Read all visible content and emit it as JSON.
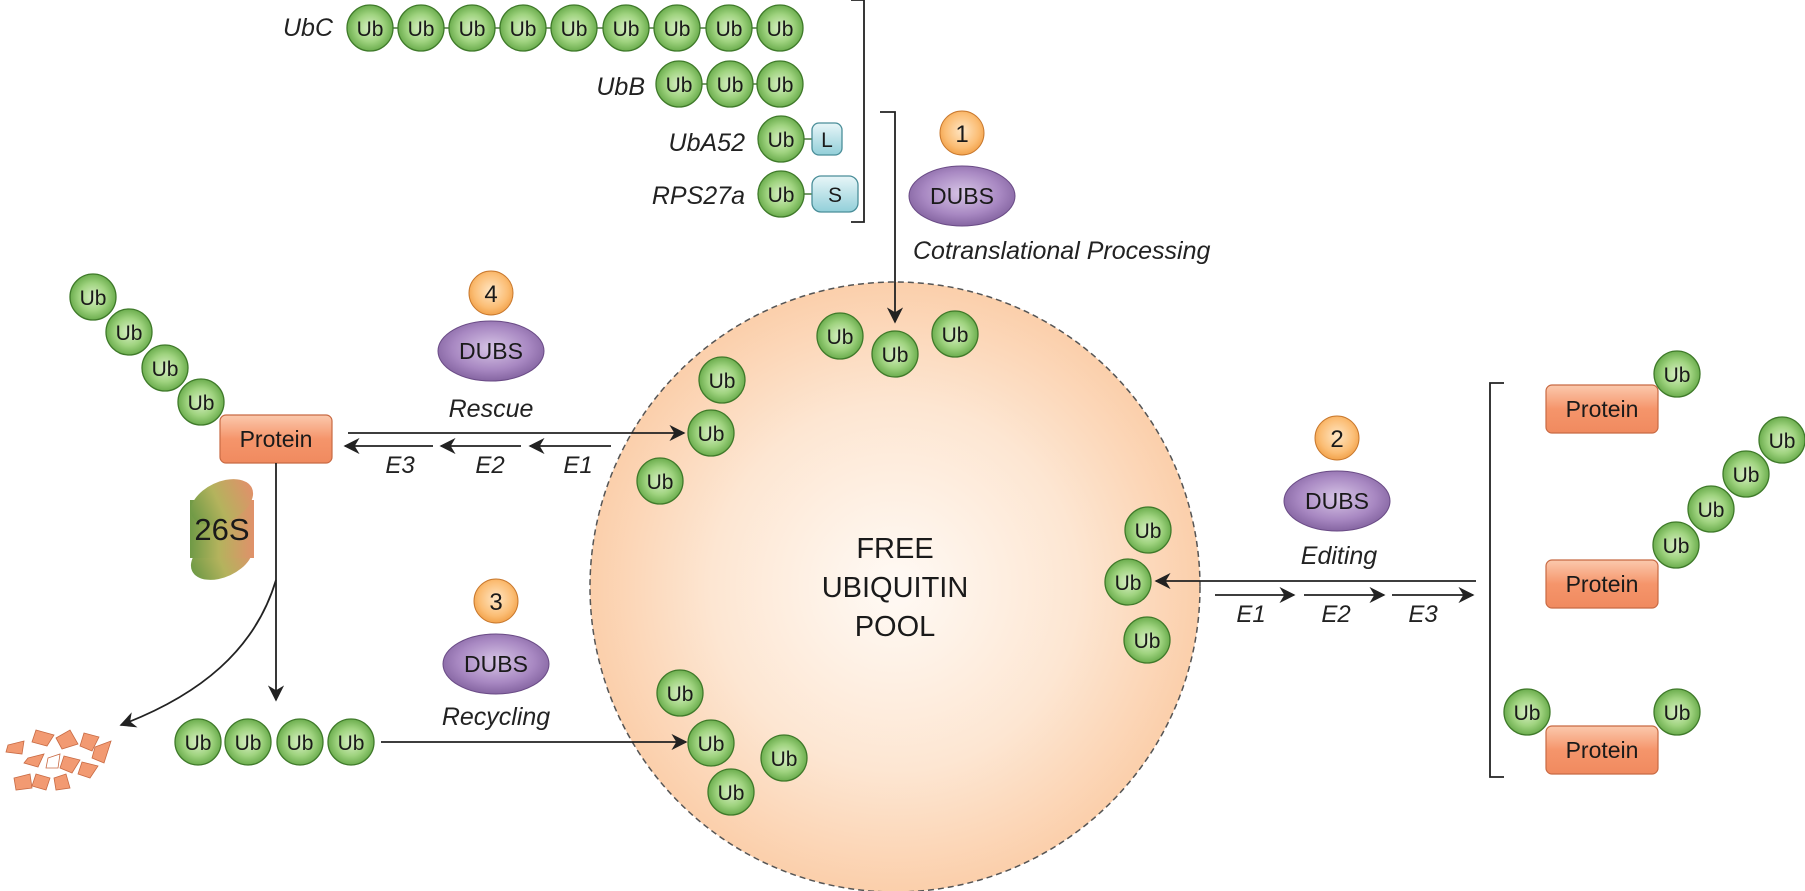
{
  "labels": {
    "ub": "Ub",
    "protein": "Protein",
    "dubs": "DUBS",
    "linker_l": "L",
    "linker_s": "S",
    "proteasome": "26S"
  },
  "genes": {
    "ubc": "UbC",
    "ubb": "UbB",
    "uba52": "UbA52",
    "rps27a": "RPS27a"
  },
  "pool": {
    "line1": "FREE",
    "line2": "UBIQUITIN",
    "line3": "POOL"
  },
  "processes": [
    {
      "number": "1",
      "label": "Cotranslational Processing"
    },
    {
      "number": "2",
      "label": "Editing"
    },
    {
      "number": "3",
      "label": "Recycling"
    },
    {
      "number": "4",
      "label": "Rescue"
    }
  ],
  "enzymes": {
    "rescue": [
      "E3",
      "E2",
      "E1"
    ],
    "editing": [
      "E1",
      "E2",
      "E3"
    ]
  },
  "colors": {
    "ub_fill": "#8dc96e",
    "protein_fill": "#f29670",
    "dubs_fill": "#9a79b4",
    "number_fill": "#f7ad5e",
    "pool_fill": "#fde0c8",
    "linker_fill": "#a9dbe3"
  }
}
